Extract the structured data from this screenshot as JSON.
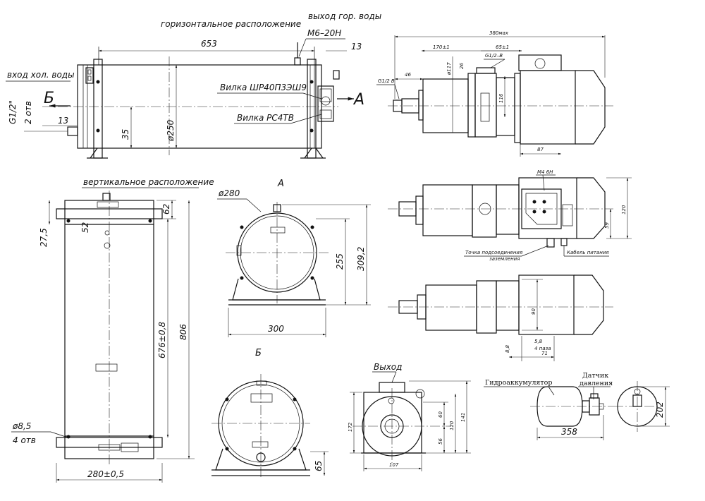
{
  "drawing": {
    "top_view": {
      "title": "горизонтальное расположение",
      "outlet_label": "выход гор. воды",
      "thread_label": "М6–20Н",
      "inlet_label": "вход хол. воды",
      "dim_653": "653",
      "dim_13_top": "13",
      "dim_13_left": "13",
      "dim_35": "35",
      "dim_phi250": "ø250",
      "g_half_label": "G1/2\"",
      "holes_2": "2 отв",
      "plug_1": "Вилка ШР40П3ЭШ9",
      "plug_2": "Вилка РС4ТВ",
      "view_b": "Б",
      "view_a": "А"
    },
    "vertical_view": {
      "title": "вертикальное расположение",
      "dim_62": "62",
      "dim_52": "52",
      "dim_27_5": "27,5",
      "dim_676": "676±0,8",
      "dim_806": "806",
      "dim_phi8_5": "ø8,5",
      "holes_4": "4 отв",
      "dim_280": "280±0,5"
    },
    "view_a": {
      "title": "А",
      "dim_phi280": "ø280",
      "dim_255": "255",
      "dim_309": "309,2",
      "dim_300": "300"
    },
    "view_b": {
      "title": "Б",
      "dim_65": "65"
    },
    "pump_top": {
      "dim_380": "380мах",
      "dim_170": "170±1",
      "dim_65": "65±1",
      "g_half_b_top": "G1/2–В",
      "g_half_b_left": "G1/2 В",
      "dim_46": "46",
      "dim_phi117": "ø117",
      "dim_26": "26",
      "dim_116": "116",
      "dim_87": "87"
    },
    "pump_mid": {
      "m4": "М4  6Н",
      "dim_120": "120",
      "dim_59": "59",
      "connection_point": "Точка подсоединения",
      "connection_point_2": "заземления",
      "power_cable": "Кабель питания"
    },
    "pump_bottom": {
      "dim_90": "90",
      "dim_5_8": "5,8",
      "holes_label": "4 паза",
      "dim_8_8": "8,8",
      "dim_71": "71"
    },
    "pump_side": {
      "outlet": "Выход",
      "dim_60": "60",
      "dim_56": "56",
      "dim_120": "120",
      "dim_141": "141",
      "dim_172": "172",
      "dim_107": "107"
    },
    "accumulator": {
      "label": "Гидроаккумулятор",
      "sensor_1": "Датчик",
      "sensor_2": "давления",
      "dim_358": "358",
      "dim_202": "202"
    }
  }
}
